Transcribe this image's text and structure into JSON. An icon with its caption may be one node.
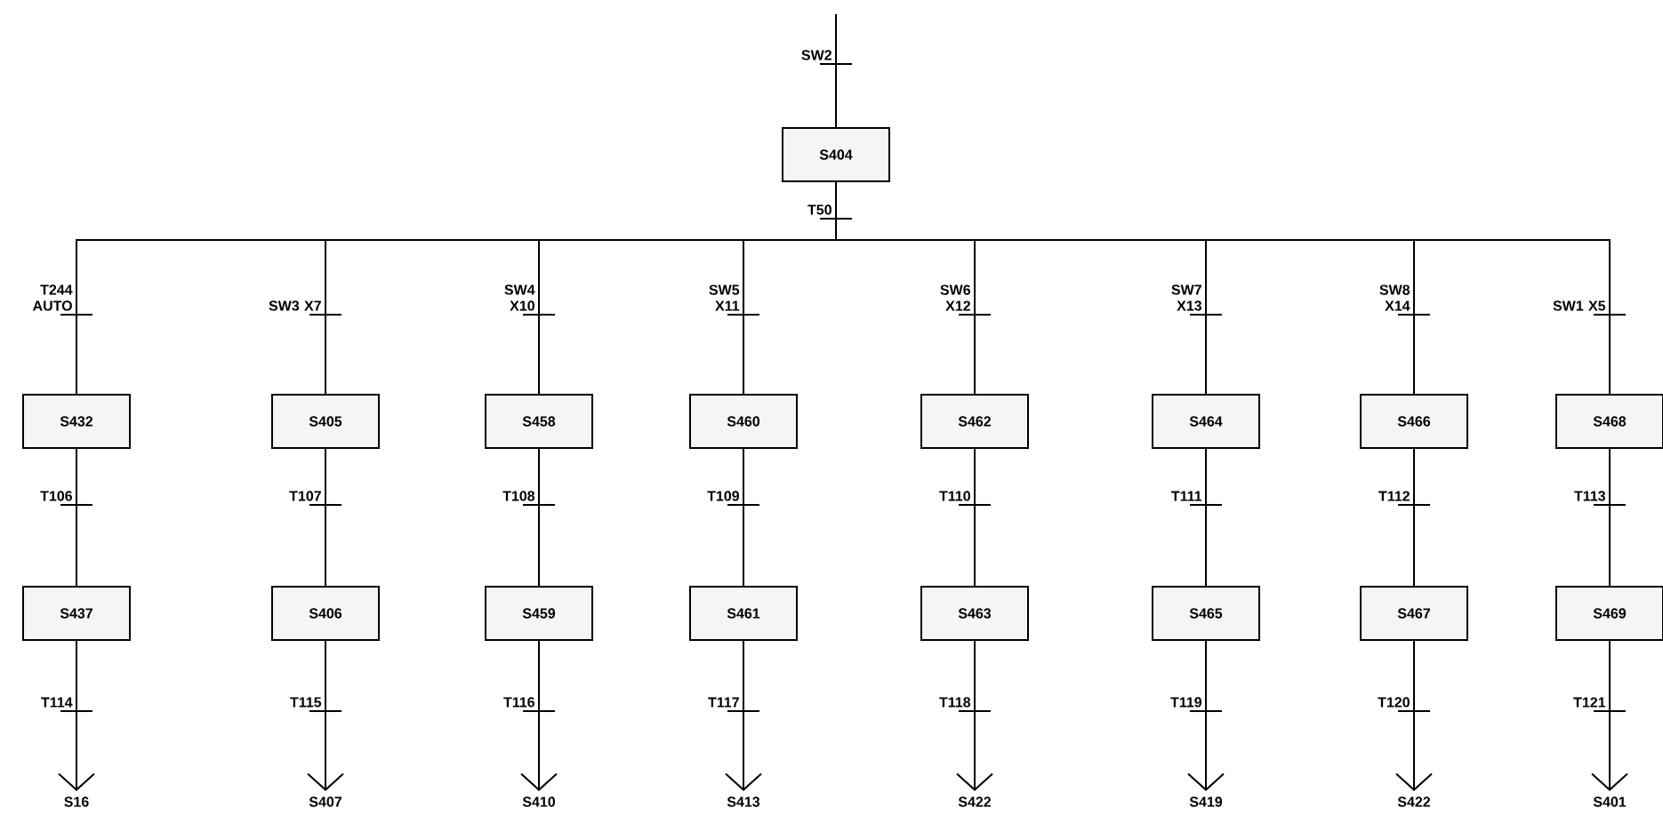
{
  "diagram": {
    "nodes": [
      {
        "text": [
          "S404"
        ]
      },
      {
        "text": [
          "S432"
        ]
      },
      {
        "text": [
          "S405"
        ]
      },
      {
        "text": [
          "S458"
        ]
      },
      {
        "text": [
          "S460"
        ]
      },
      {
        "text": [
          "S462"
        ]
      },
      {
        "text": [
          "S464"
        ]
      },
      {
        "text": [
          "S466"
        ]
      },
      {
        "text": [
          "S468"
        ]
      },
      {
        "text": [
          "S437"
        ]
      },
      {
        "text": [
          "S406"
        ]
      },
      {
        "text": [
          "S459"
        ]
      },
      {
        "text": [
          "S461"
        ]
      },
      {
        "text": [
          "S463"
        ]
      },
      {
        "text": [
          "S465"
        ]
      },
      {
        "text": [
          "S467"
        ]
      },
      {
        "text": [
          "S469"
        ]
      },
      {
        "text": [
          "S16"
        ]
      },
      {
        "text": [
          "S407"
        ]
      },
      {
        "text": [
          "S410"
        ]
      },
      {
        "text": [
          "S413"
        ]
      },
      {
        "text": [
          "S422"
        ]
      },
      {
        "text": [
          "S419"
        ]
      },
      {
        "text": [
          "S422"
        ]
      },
      {
        "text": [
          "S401"
        ]
      }
    ],
    "edges": [
      {
        "from": null,
        "to": 0,
        "arrow": "none",
        "label": "SW2"
      },
      {
        "from": 0,
        "to": 1,
        "arrow": "none",
        "label": "T244 AUTO"
      },
      {
        "from": 0,
        "to": 2,
        "arrow": "none",
        "label": "SW3 X7"
      },
      {
        "from": 0,
        "to": 3,
        "arrow": "none",
        "label": "SW4 X10"
      },
      {
        "from": 0,
        "to": 4,
        "arrow": "none",
        "label": "SW5 X11"
      },
      {
        "from": 0,
        "to": 5,
        "arrow": "none",
        "label": "SW6 X12"
      },
      {
        "from": 0,
        "to": 6,
        "arrow": "none",
        "label": "SW7 X13"
      },
      {
        "from": 0,
        "to": 7,
        "arrow": "none",
        "label": "SW8 X14"
      },
      {
        "from": 0,
        "to": 8,
        "arrow": "none",
        "label": "SW1 X5"
      },
      {
        "from": 1,
        "to": 9,
        "arrow": "none",
        "label": "T106"
      },
      {
        "from": 2,
        "to": 10,
        "arrow": "none",
        "label": "T107"
      },
      {
        "from": 3,
        "to": 11,
        "arrow": "none",
        "label": "T108"
      },
      {
        "from": 4,
        "to": 12,
        "arrow": "none",
        "label": "T109"
      },
      {
        "from": 5,
        "to": 13,
        "arrow": "none",
        "label": "T110"
      },
      {
        "from": 6,
        "to": 14,
        "arrow": "none",
        "label": "T111"
      },
      {
        "from": 7,
        "to": 15,
        "arrow": "none",
        "label": "T112"
      },
      {
        "from": 8,
        "to": 16,
        "arrow": "none",
        "label": "T113"
      },
      {
        "from": 9,
        "to": 17,
        "arrow": "to",
        "label": "T114"
      },
      {
        "from": 10,
        "to": 18,
        "arrow": "to",
        "label": "T115"
      },
      {
        "from": 11,
        "to": 19,
        "arrow": "to",
        "label": "T116"
      },
      {
        "from": 12,
        "to": 20,
        "arrow": "to",
        "label": "T117"
      },
      {
        "from": 13,
        "to": 21,
        "arrow": "to",
        "label": "T118"
      },
      {
        "from": 14,
        "to": 22,
        "arrow": "to",
        "label": "T119"
      },
      {
        "from": 15,
        "to": 23,
        "arrow": "to",
        "label": "T120"
      },
      {
        "from": 16,
        "to": 24,
        "arrow": "to",
        "label": "T121"
      }
    ],
    "labels": [
      "T50"
    ]
  }
}
